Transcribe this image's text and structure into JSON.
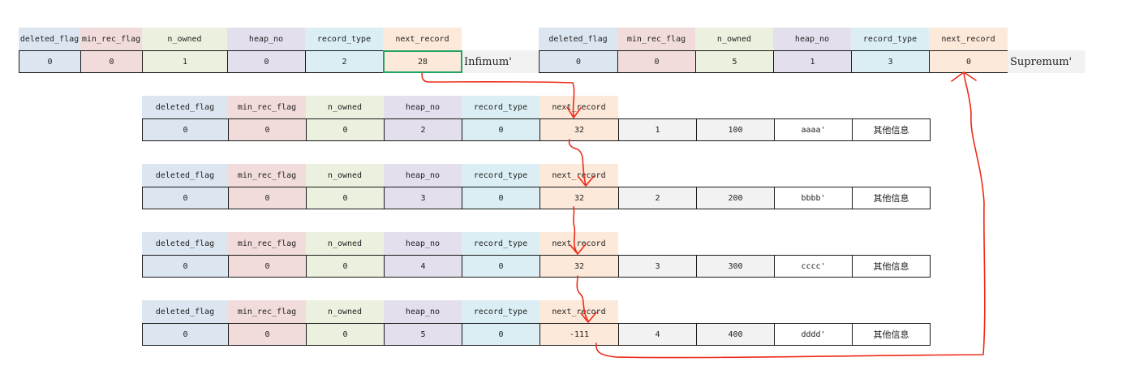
{
  "headers": [
    "deleted_flag",
    "min_rec_flag",
    "n_owned",
    "heap_no",
    "record_type",
    "next_record"
  ],
  "infimum": {
    "values": [
      "0",
      "0",
      "1",
      "0",
      "2",
      "28"
    ],
    "label": "Infimum'"
  },
  "supremum": {
    "values": [
      "0",
      "0",
      "5",
      "1",
      "3",
      "0"
    ],
    "label": "Supremum'"
  },
  "records": [
    {
      "values": [
        "0",
        "0",
        "0",
        "2",
        "0",
        "32"
      ],
      "id": "1",
      "num": "100",
      "text": "aaaa'",
      "other": "其他信息"
    },
    {
      "values": [
        "0",
        "0",
        "0",
        "3",
        "0",
        "32"
      ],
      "id": "2",
      "num": "200",
      "text": "bbbb'",
      "other": "其他信息"
    },
    {
      "values": [
        "0",
        "0",
        "0",
        "4",
        "0",
        "32"
      ],
      "id": "3",
      "num": "300",
      "text": "cccc'",
      "other": "其他信息"
    },
    {
      "values": [
        "0",
        "0",
        "0",
        "5",
        "0",
        "-111"
      ],
      "id": "4",
      "num": "400",
      "text": "dddd'",
      "other": "其他信息"
    }
  ],
  "colors": {
    "arrow": "#ee2a1a",
    "selection": "#21a366"
  }
}
